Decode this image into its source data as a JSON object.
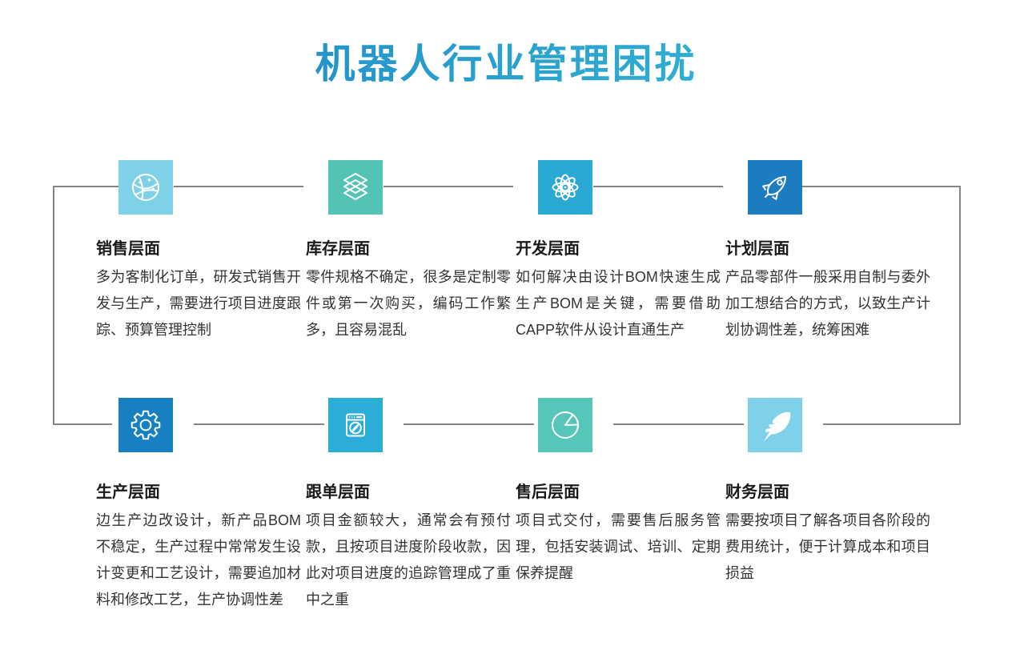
{
  "page": {
    "title": "机器人行业管理困扰"
  },
  "colors": {
    "title_gradient_start": "#1b82c5",
    "title_gradient_end": "#38bfd8",
    "connector_line": "#858585",
    "heading_text": "#1a1a1a",
    "body_text": "#333333"
  },
  "sections": [
    {
      "title": "销售层面",
      "body": "多为客制化订单，研发式销售开发与生产，需要进行项目进度跟踪、预算管理控制",
      "icon": "globe-network-icon",
      "color": "#7ed1e6"
    },
    {
      "title": "库存层面",
      "body": "零件规格不确定，很多是定制零件或第一次购买，编码工作繁多，且容易混乱",
      "icon": "layers-icon",
      "color": "#53c3b3"
    },
    {
      "title": "开发层面",
      "body": "如何解决由设计BOM快速生成生产BOM是关键，需要借助CAPP软件从设计直通生产",
      "icon": "atom-icon",
      "color": "#29a9d3"
    },
    {
      "title": "计划层面",
      "body": "产品零部件一般采用自制与委外加工想结合的方式，以致生产计划协调性差，统筹困难",
      "icon": "rocket-icon",
      "color": "#1c7cc0"
    },
    {
      "title": "生产层面",
      "body": "边生产边改设计，新产品BOM不稳定，生产过程中常常发生设计变更和工艺设计，需要追加材料和修改工艺，生产协调性差",
      "icon": "gear-icon",
      "color": "#1680c2"
    },
    {
      "title": "跟单层面",
      "body": "项目金额较大，通常会有预付款，且按项目进度阶段收款，因此对项目进度的追踪管理成了重中之重",
      "icon": "browser-compass-icon",
      "color": "#2aaed8"
    },
    {
      "title": "售后层面",
      "body": "项目式交付，需要售后服务管理，包括安装调试、培训、定期保养提醒",
      "icon": "pie-chart-icon",
      "color": "#55c6b7"
    },
    {
      "title": "财务层面",
      "body": "需要按项目了解各项目各阶段的费用统计，便于计算成本和项目损益",
      "icon": "feather-icon",
      "color": "#7ed1e8"
    }
  ]
}
